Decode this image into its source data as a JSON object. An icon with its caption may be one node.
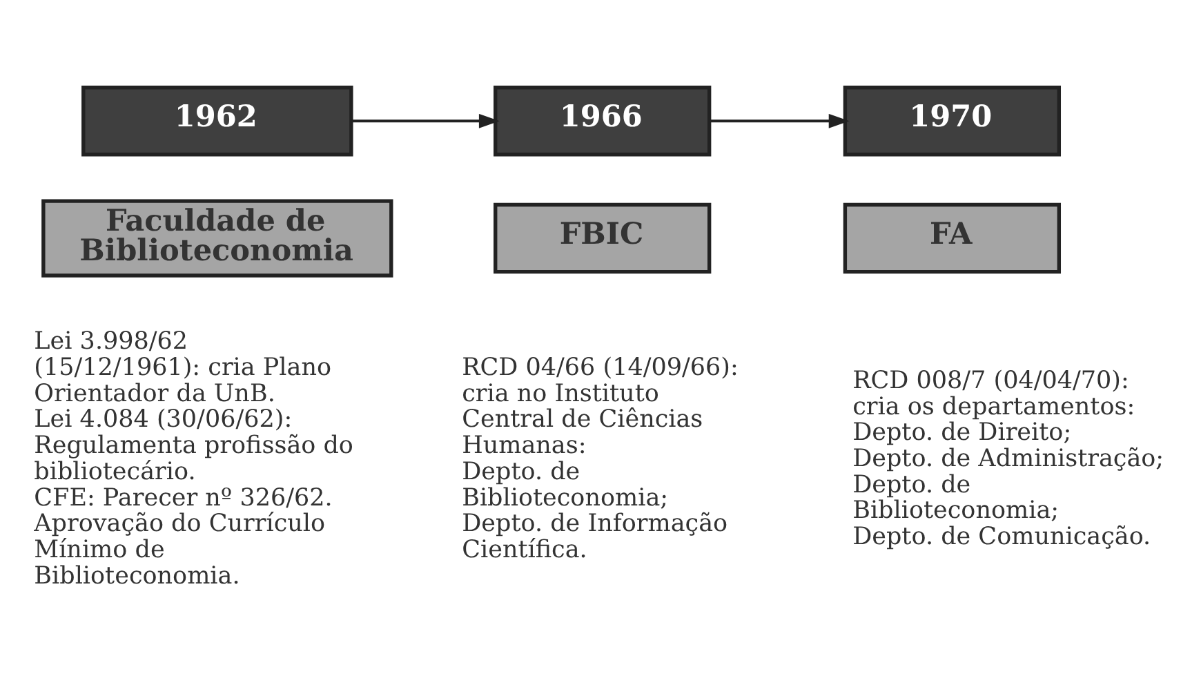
{
  "diagram": {
    "nodes": [
      {
        "text": [
          "1962"
        ]
      },
      {
        "text": [
          "Faculdade de Biblioteconomia"
        ],
        "beside": [
          "Lei 3.998/62 (15/12/1961): cria Plano Orientador da UnB.",
          "Lei 4.084 (30/06/62): Regulamenta profissão do bibliotecário.",
          "CFE: Parecer nº 326/62. Aprovação do Currículo Mínimo de Biblioteconomia."
        ]
      },
      {
        "text": [
          "1966"
        ]
      },
      {
        "text": [
          "FBIC"
        ],
        "beside": [
          "RCD 04/66 (14/09/66): cria no Instituto Central de Ciências Humanas:",
          "Depto. de Biblioteconomia;",
          "Depto. de Informação Científica."
        ]
      },
      {
        "text": [
          "1970"
        ]
      },
      {
        "text": [
          "FA"
        ],
        "beside": [
          "RCD 008/7 (04/04/70): cria os departamentos:",
          "Depto. de Direito;",
          "Depto. de Administração;",
          "Depto. de Biblioteconomia;",
          "Depto. de Comunicação."
        ]
      }
    ],
    "edges": [
      {
        "from": 0,
        "to": 2,
        "arrow": "to"
      },
      {
        "from": 2,
        "to": 4,
        "arrow": "to"
      }
    ]
  }
}
